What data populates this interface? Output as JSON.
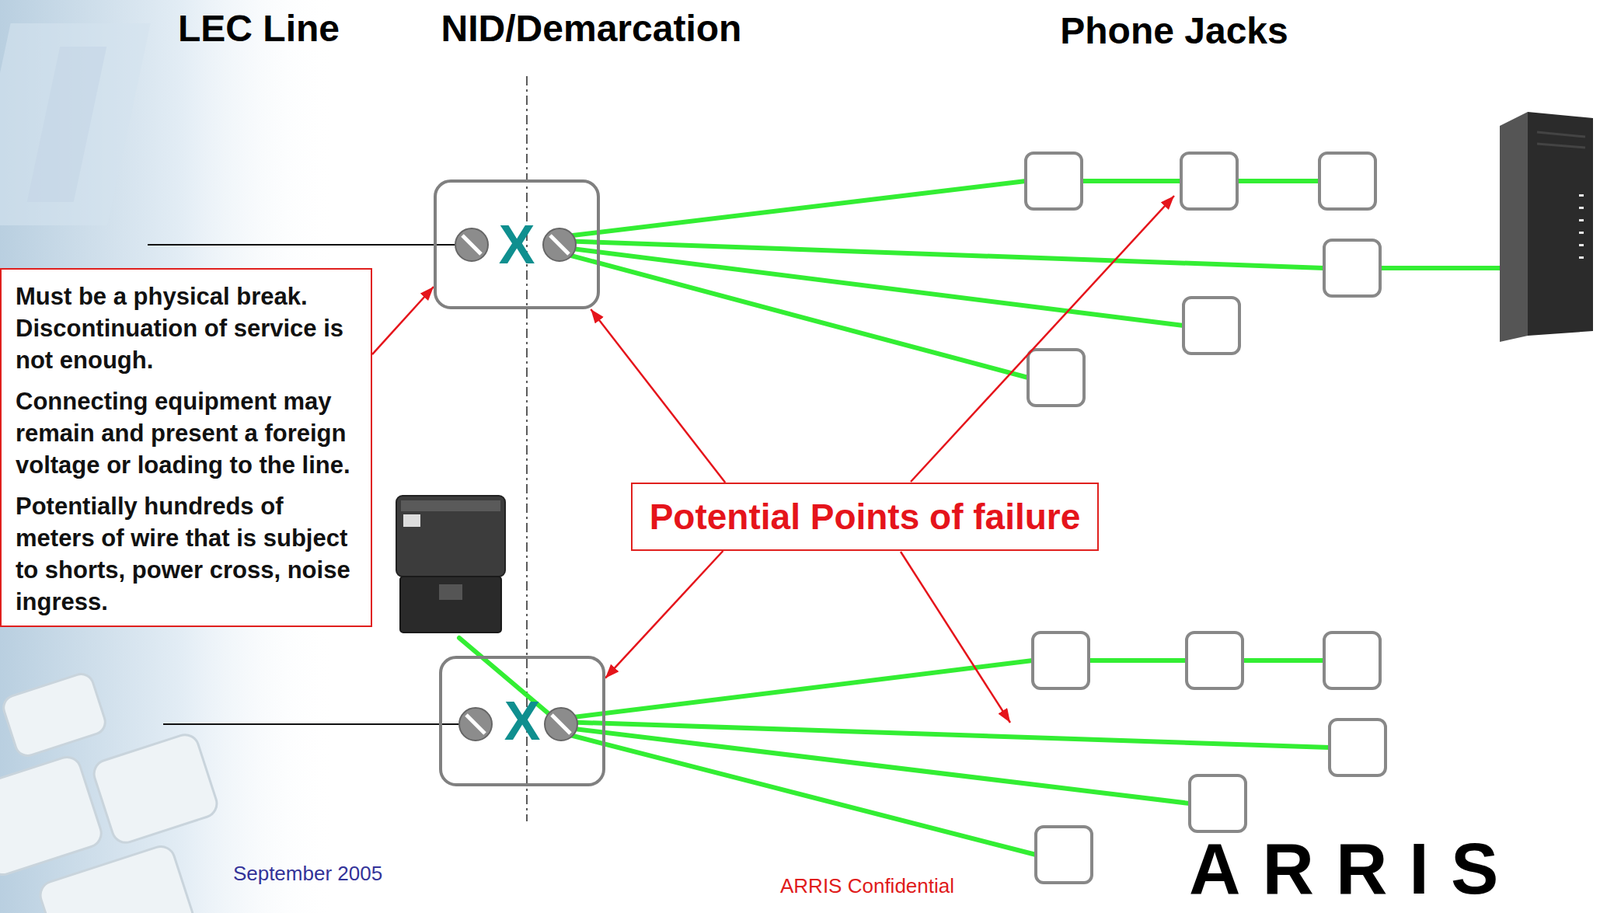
{
  "diagram": {
    "nodes": [
      {
        "text": [
          "X"
        ]
      },
      {
        "text": [
          "Must be a physical break. Discontinuation of service is not enough.",
          "Connecting equipment may remain and present a foreign voltage or loading to the line.",
          "Potentially hundreds of meters of wire that is subject to shorts, power cross, noise ingress."
        ]
      },
      {
        "text": [
          "Potential Points of failure"
        ]
      },
      {
        "text": [
          "X"
        ]
      }
    ],
    "edges": [
      {
        "from": 1,
        "to": 0,
        "arrow": "to"
      },
      {
        "from": 2,
        "to": 0,
        "arrow": "to"
      },
      {
        "from": 2,
        "to": 3,
        "arrow": "to"
      }
    ],
    "labels": [
      "LEC Line",
      "NID/Demarcation",
      "Phone Jacks",
      "September 2005",
      "ARRIS Confidential",
      "ARRIS"
    ]
  }
}
